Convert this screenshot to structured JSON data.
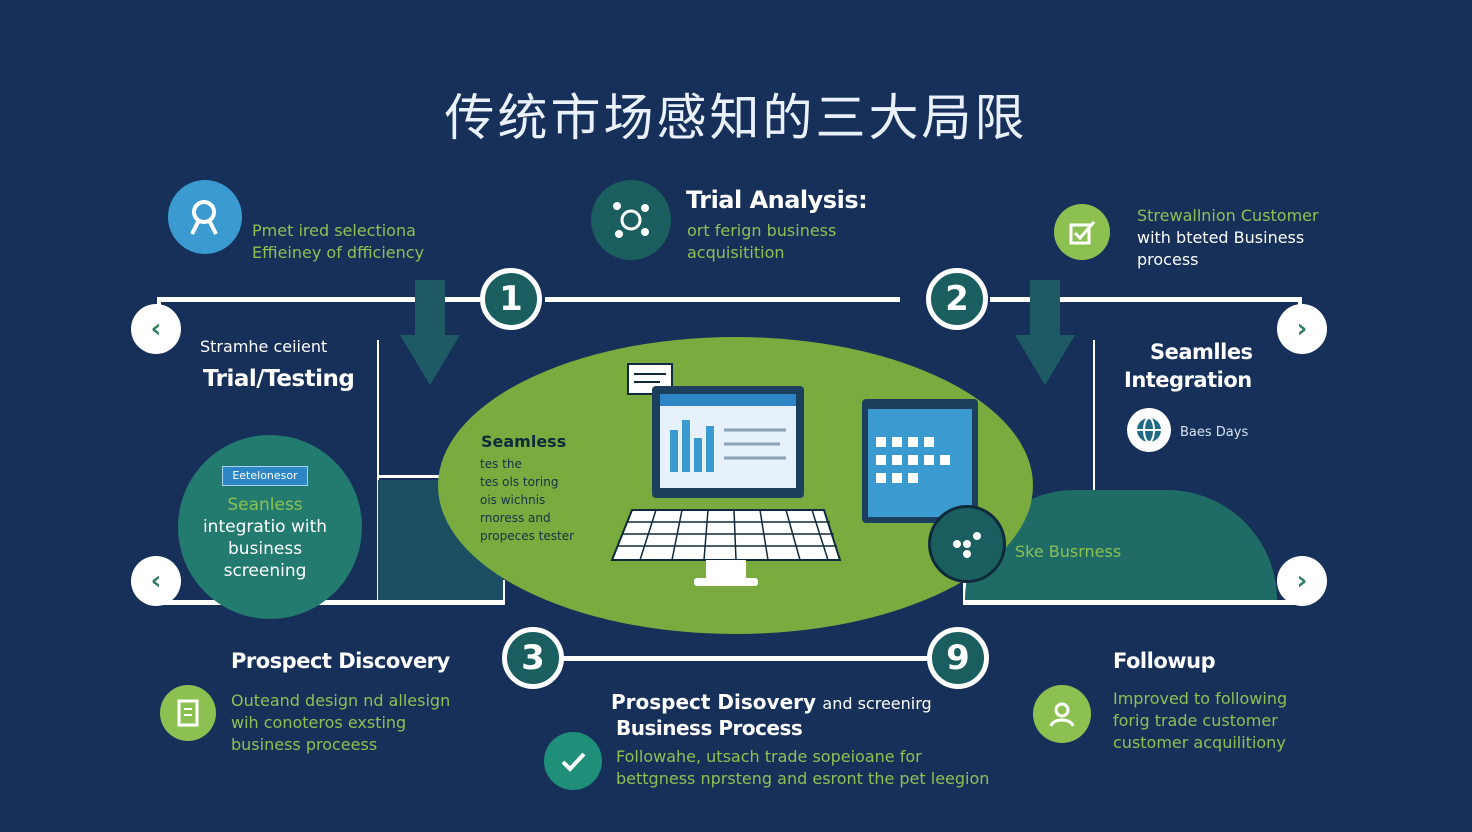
{
  "title": "传统市场感知的三大局限",
  "top_left": {
    "line1": "Pmet ired selectiona",
    "line2": "Effieiney of dfficiency"
  },
  "top_center": {
    "heading": "Trial Analysis:",
    "line1": "ort ferign business",
    "line2": "acquisitition"
  },
  "top_right": {
    "line1": "Strewallnion Customer",
    "line2": "with bteted Business",
    "line3": "process"
  },
  "left_panel": {
    "sub": "Stramhe ceiient",
    "heading": "Trial/Testing"
  },
  "left_circle": {
    "tag": "Eetelonesor",
    "line1": "Seanless",
    "line2": "integratio with",
    "line3": "business",
    "line4": "screening"
  },
  "center_oval": {
    "heading": "Seamless",
    "line1": "tes the",
    "line2": "tes ols toring",
    "line3": "ois wichnis",
    "line4": "rnoress and",
    "line5": "propeces tester"
  },
  "right_panel": {
    "heading1": "Seamlles",
    "heading2": "Integration",
    "badge_text": "Baes Days"
  },
  "right_area": {
    "label": "Ske Busrness"
  },
  "steps": {
    "s1": "1",
    "s2": "2",
    "s3": "3",
    "s4": "9"
  },
  "bottom_left": {
    "heading": "Prospect Discovery",
    "line1": "Outeand design nd allesign",
    "line2": "wih conoteros exsting",
    "line3": "business proceess"
  },
  "bottom_center": {
    "heading_bold": "Prospect Disovery",
    "heading_rest": "and screenirg",
    "heading2": "Business Process",
    "line1": "Followahe, utsach trade sopeioane for",
    "line2": "bettgness nprsteng and esront the pet leegion"
  },
  "bottom_right": {
    "heading": "Followup",
    "line1": "Improved to following",
    "line2": "forig trade customer",
    "line3": "customer acquilitiony"
  },
  "colors": {
    "background": "#17305a",
    "accent_green": "#8cc152",
    "teal": "#1a5e60",
    "oval": "#7aab3e"
  },
  "icons": [
    "magnifier-icon",
    "gears-icon",
    "checkbox-icon",
    "chevron-left-icon",
    "chevron-right-icon",
    "globe-icon",
    "document-icon",
    "check-icon",
    "user-icon",
    "laptop-icon",
    "tablet-icon"
  ]
}
